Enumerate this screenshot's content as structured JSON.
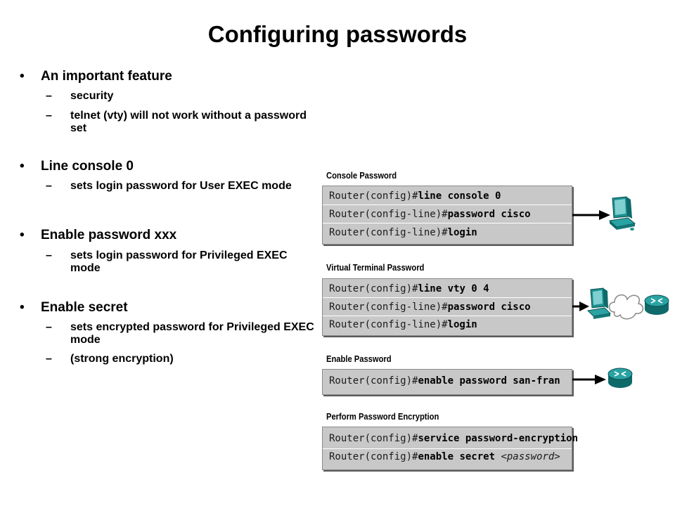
{
  "title": "Configuring passwords",
  "bullets": [
    {
      "text": "An important feature",
      "subs": [
        "security",
        "telnet (vty) will not work without a password set"
      ]
    },
    {
      "text": "Line console 0",
      "subs": [
        "sets login password for User EXEC mode"
      ]
    },
    {
      "text": "Enable password xxx",
      "subs": [
        "sets login password for Privileged EXEC mode"
      ]
    },
    {
      "text": "Enable secret",
      "subs": [
        "sets encrypted password for Privileged EXEC mode",
        "(strong encryption)"
      ]
    }
  ],
  "bullet_marks": {
    "dot": "•",
    "dash": "–"
  },
  "console": {
    "label": "Console Password",
    "lines": [
      {
        "prompt": "Router(config)#",
        "cmd": "line console 0"
      },
      {
        "prompt": "Router(config-line)#",
        "cmd": "password cisco"
      },
      {
        "prompt": "Router(config-line)#",
        "cmd": "login"
      }
    ]
  },
  "vty": {
    "label": "Virtual Terminal Password",
    "lines": [
      {
        "prompt": "Router(config)#",
        "cmd": "line vty 0 4"
      },
      {
        "prompt": "Router(config-line)#",
        "cmd": "password cisco"
      },
      {
        "prompt": "Router(config-line)#",
        "cmd": "login"
      }
    ]
  },
  "enable": {
    "label": "Enable Password",
    "lines": [
      {
        "prompt": "Router(config)#",
        "cmd": "enable password san-fran"
      }
    ]
  },
  "encryption": {
    "label": "Perform Password Encryption",
    "lines": [
      {
        "prompt": "Router(config)#",
        "cmd": "service password-encryption"
      },
      {
        "prompt": "Router(config)#",
        "cmd": "enable secret",
        "arg": "<password>"
      }
    ]
  },
  "icons": [
    "workstation-icon",
    "cloud-icon",
    "router-icon"
  ]
}
